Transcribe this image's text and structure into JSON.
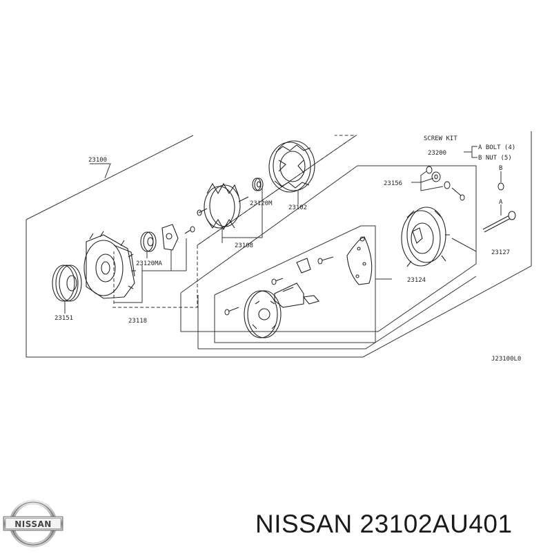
{
  "diagram": {
    "callouts": {
      "p23100": "23100",
      "p23102": "23102",
      "p23120m": "23120M",
      "p23108": "23108",
      "p23120ma": "23120MA",
      "p23118": "23118",
      "p23151": "23151",
      "p23156": "23156",
      "p23127": "23127",
      "p23124": "23124",
      "p23200": "23200"
    },
    "screw_kit": {
      "title": "SCREW KIT",
      "line_a": "A BOLT (4)",
      "line_b": "B NUT  (5)",
      "tag_a": "A",
      "tag_b": "B"
    },
    "drawing_code": "J23100L0"
  },
  "brand": {
    "logo_text": "NISSAN",
    "part_caption": "NISSAN 23102AU401"
  }
}
